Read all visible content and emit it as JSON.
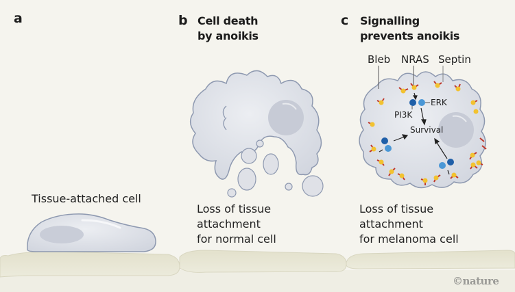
{
  "panels": {
    "a": {
      "letter": "a",
      "title": "",
      "label": "Tissue-attached cell"
    },
    "b": {
      "letter": "b",
      "title_line1": "Cell death",
      "title_line2": "by anoikis",
      "caption_line1": "Loss of tissue",
      "caption_line2": "attachment",
      "caption_line3": "for normal cell"
    },
    "c": {
      "letter": "c",
      "title_line1": "Signalling",
      "title_line2": "prevents anoikis",
      "labels": {
        "bleb": "Bleb",
        "nras": "NRAS",
        "septin": "Septin",
        "erk": "ERK",
        "pi3k": "PI3K",
        "survival": "Survival"
      },
      "caption_line1": "Loss of tissue",
      "caption_line2": "attachment",
      "caption_line3": "for melanoma cell"
    }
  },
  "credit": "©nature",
  "colors": {
    "background": "#f5f4ee",
    "cell_fill": "#dfe1e7",
    "cell_outline": "#8e99b0",
    "nucleus": "#c7cbd6",
    "tissue": "#e6e4d2",
    "septin_red": "#c0392b",
    "nras_yellow": "#f2c230",
    "pi3k_blue": "#1f5fa8",
    "erk_blue": "#4a97d6"
  }
}
